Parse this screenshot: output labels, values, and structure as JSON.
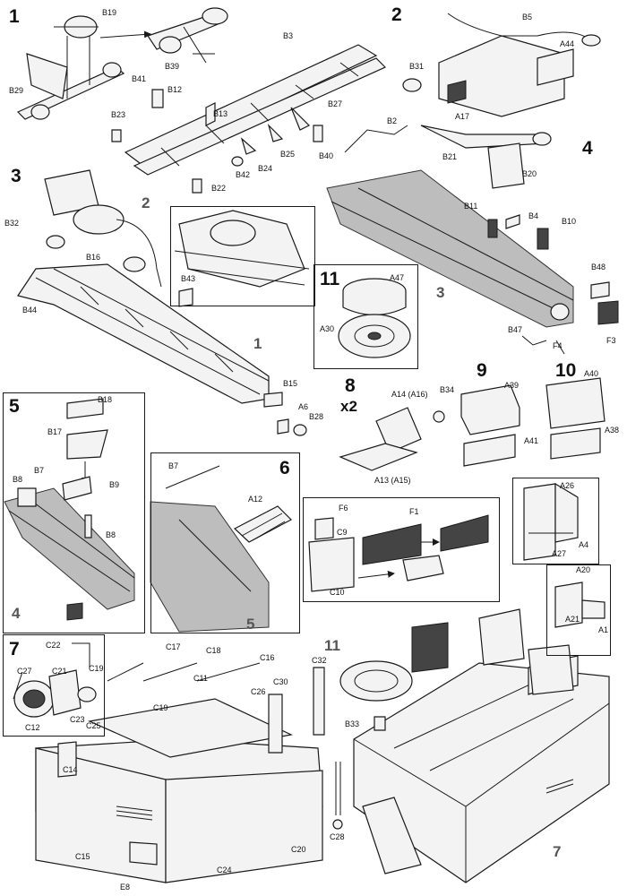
{
  "steps": [
    "1",
    "2",
    "3",
    "4",
    "5",
    "6",
    "7",
    "8",
    "9",
    "10",
    "11"
  ],
  "multiplier": "x2",
  "sub_refs": {
    "s3_engine_ref": "2",
    "s3_frame_ref": "1",
    "s4_frame_ref": "3",
    "s5_frame_ref": "4",
    "s6_frame_ref": "5",
    "s7_body_ref": "7",
    "s7_wheel_ref": "11"
  },
  "parts": {
    "B19": "B19",
    "B29": "B29",
    "B3": "B3",
    "B39": "B39",
    "B41": "B41",
    "B12": "B12",
    "B13": "B13",
    "B23": "B23",
    "B27": "B27",
    "B40": "B40",
    "B25": "B25",
    "B24": "B24",
    "B42": "B42",
    "B22": "B22",
    "B5": "B5",
    "A44": "A44",
    "B31": "B31",
    "A17": "A17",
    "B2": "B2",
    "B21": "B21",
    "B20": "B20",
    "B11": "B11",
    "B4": "B4",
    "B10": "B10",
    "B48": "B48",
    "F3": "F3",
    "F4": "F4",
    "B47": "B47",
    "B32": "B32",
    "B16": "B16",
    "B43": "B43",
    "B44": "B44",
    "B15": "B15",
    "A6": "A6",
    "B28": "B28",
    "A47": "A47",
    "A30": "A30",
    "A14": "A14 (A16)",
    "A13": "A13 (A15)",
    "B34": "B34",
    "A39": "A39",
    "A41": "A41",
    "A40": "A40",
    "A38": "A38",
    "B18": "B18",
    "B17": "B17",
    "B7a": "B7",
    "B8a": "B8",
    "B9": "B9",
    "B8b": "B8",
    "B7b": "B7",
    "A12": "A12",
    "F6": "F6",
    "F1": "F1",
    "C9": "C9",
    "C10": "C10",
    "A26": "A26",
    "A27": "A27",
    "A4": "A4",
    "A20": "A20",
    "A21": "A21",
    "A1": "A1",
    "C22": "C22",
    "C27": "C27",
    "C21": "C21",
    "C19a": "C19",
    "C23": "C23",
    "C12": "C12",
    "C17": "C17",
    "C18": "C18",
    "C16": "C16",
    "C11": "C11",
    "C19b": "C19",
    "C26": "C26",
    "C30": "C30",
    "C32": "C32",
    "C25": "C25",
    "C14": "C14",
    "C15": "C15",
    "E8": "E8",
    "C24": "C24",
    "C20": "C20",
    "C28": "C28",
    "B33": "B33"
  }
}
